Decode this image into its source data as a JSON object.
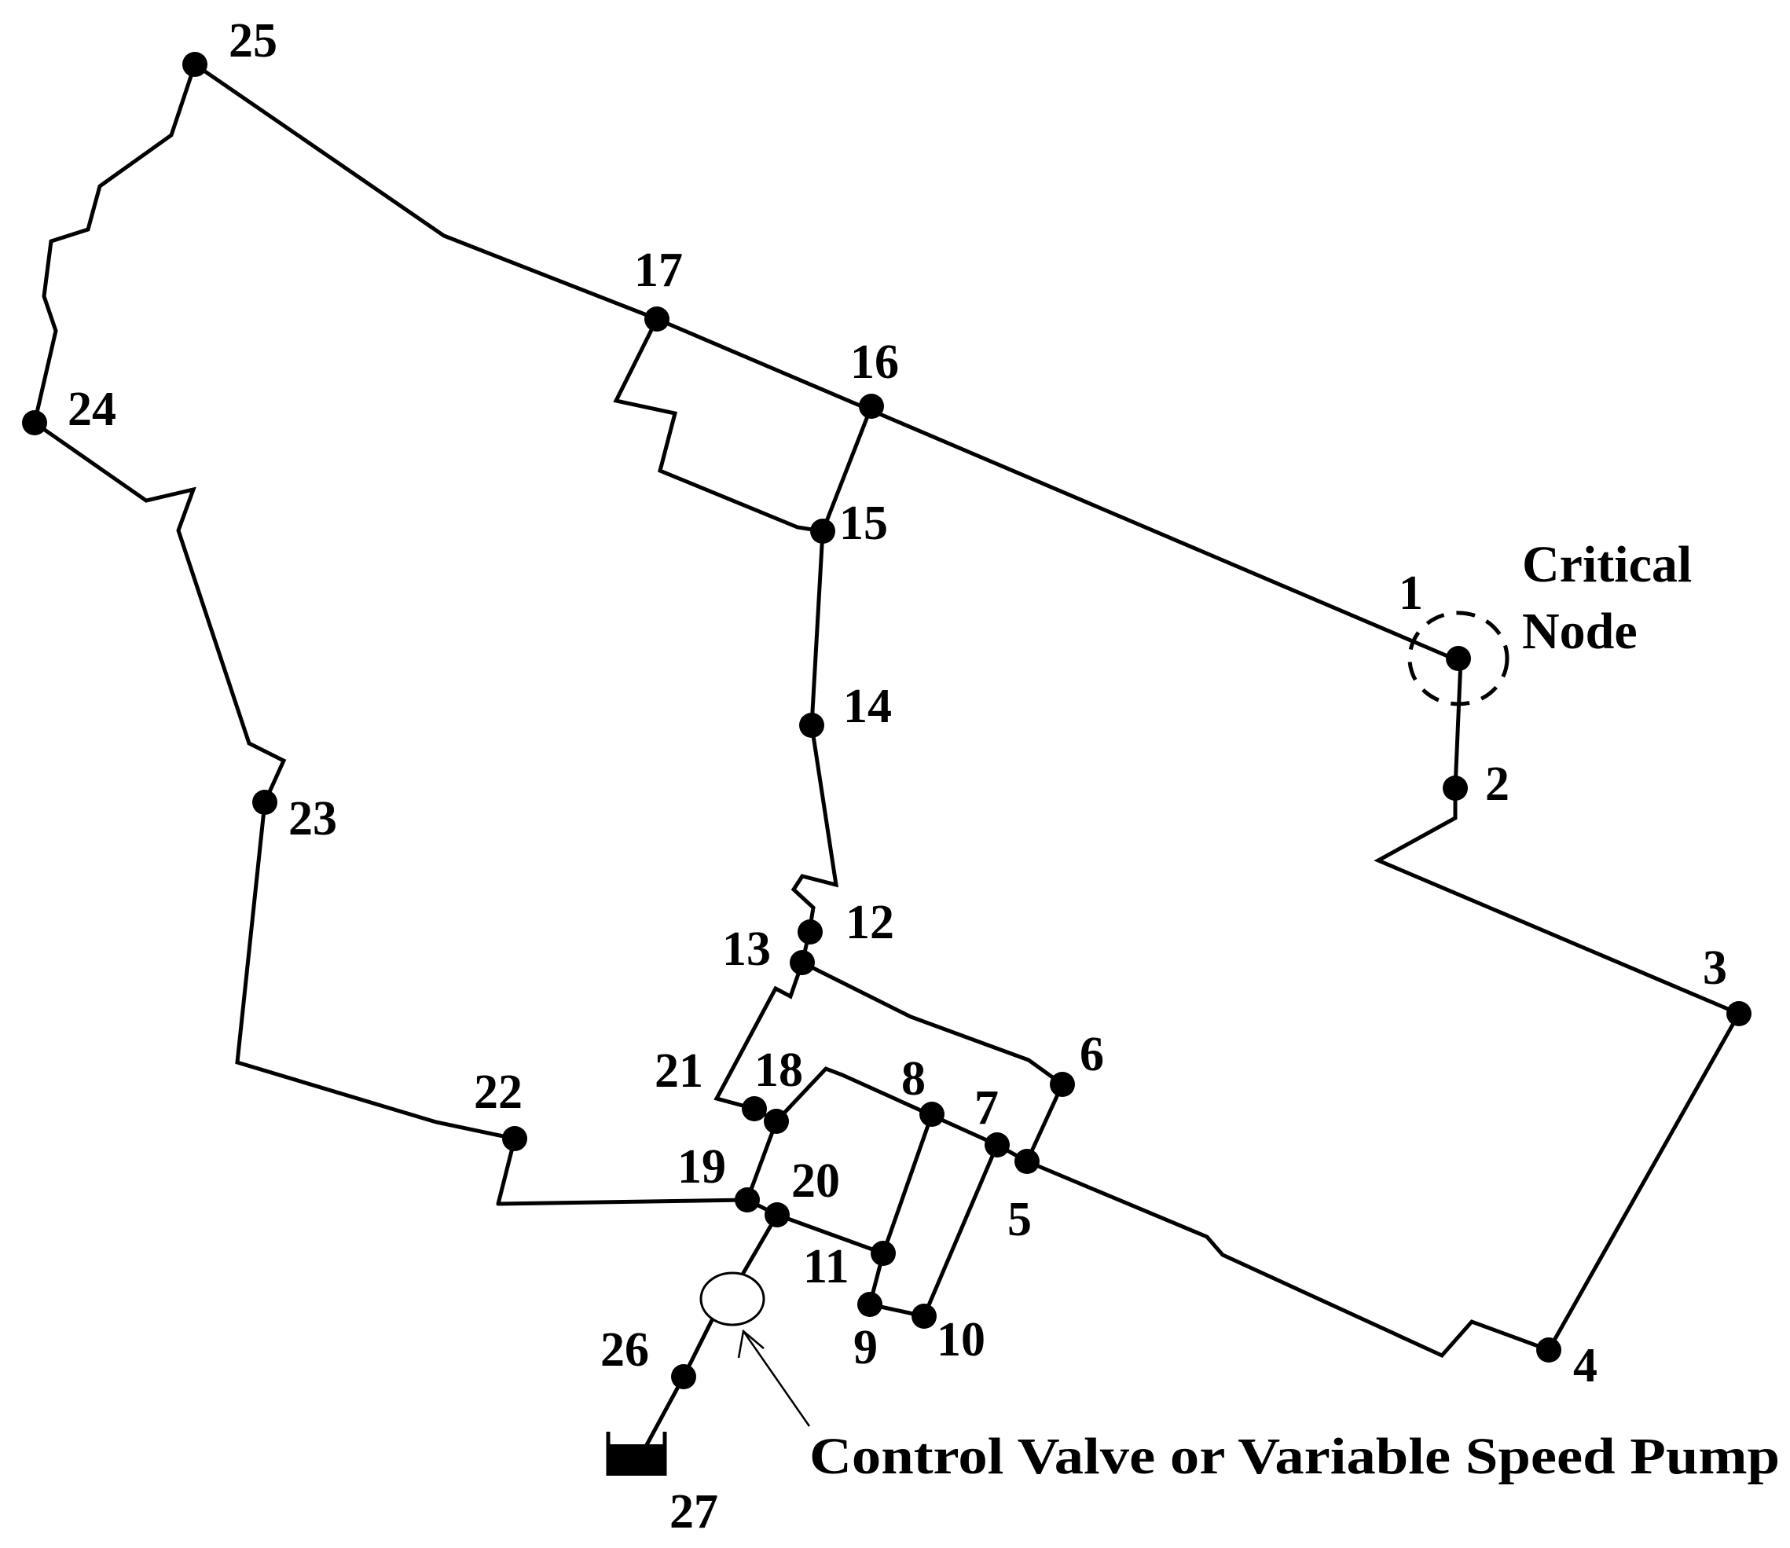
{
  "nodes": [
    {
      "id": "1",
      "label": "1"
    },
    {
      "id": "2",
      "label": "2"
    },
    {
      "id": "3",
      "label": "3"
    },
    {
      "id": "4",
      "label": "4"
    },
    {
      "id": "5",
      "label": "5"
    },
    {
      "id": "6",
      "label": "6"
    },
    {
      "id": "7",
      "label": "7"
    },
    {
      "id": "8",
      "label": "8"
    },
    {
      "id": "9",
      "label": "9"
    },
    {
      "id": "10",
      "label": "10"
    },
    {
      "id": "11",
      "label": "11"
    },
    {
      "id": "12",
      "label": "12"
    },
    {
      "id": "13",
      "label": "13"
    },
    {
      "id": "14",
      "label": "14"
    },
    {
      "id": "15",
      "label": "15"
    },
    {
      "id": "16",
      "label": "16"
    },
    {
      "id": "17",
      "label": "17"
    },
    {
      "id": "18",
      "label": "18"
    },
    {
      "id": "19",
      "label": "19"
    },
    {
      "id": "20",
      "label": "20"
    },
    {
      "id": "21",
      "label": "21"
    },
    {
      "id": "22",
      "label": "22"
    },
    {
      "id": "23",
      "label": "23"
    },
    {
      "id": "24",
      "label": "24"
    },
    {
      "id": "25",
      "label": "25"
    },
    {
      "id": "26",
      "label": "26"
    },
    {
      "id": "27",
      "label": "27"
    }
  ],
  "critical_node": {
    "line1": "Critical",
    "line2": "Node"
  },
  "control_label": "Control Valve or Variable Speed Pump"
}
